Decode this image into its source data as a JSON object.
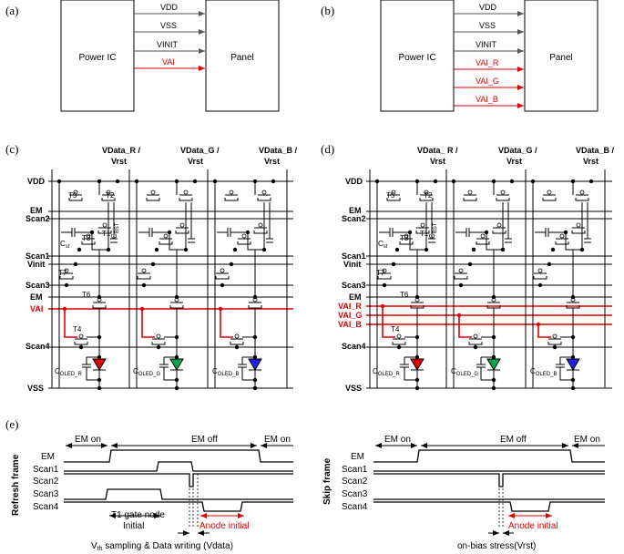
{
  "colors": {
    "accent_red": "#e00000",
    "oled_red": "#e00000",
    "oled_green": "#00a651",
    "oled_blue": "#2020e0",
    "wire": "#000000"
  },
  "panel_a": {
    "label": "(a)",
    "power_ic": "Power IC",
    "panel": "Panel",
    "signals": [
      "VDD",
      "VSS",
      "VINIT",
      "VAI"
    ]
  },
  "panel_b": {
    "label": "(b)",
    "power_ic": "Power IC",
    "panel": "Panel",
    "signals": [
      "VDD",
      "VSS",
      "VINIT",
      "VAI_R",
      "VAI_G",
      "VAI_B"
    ]
  },
  "panel_c": {
    "label": "(c)",
    "data_labels": [
      "VData_R /",
      "VData_G /",
      "VData_B /"
    ],
    "vrst": "Vrst",
    "rails": [
      "VDD",
      "EM",
      "Scan2",
      "Scan1",
      "Vinit",
      "Scan3",
      "EM",
      "VAI",
      "Scan4",
      "VSS"
    ],
    "transistors": [
      "T5",
      "T2",
      "T3",
      "T1",
      "T7",
      "T6",
      "T4"
    ],
    "cst": "C",
    "cst_sub": "st",
    "cbst": "C",
    "cbst_sub": "BST",
    "coled": [
      "C",
      "C",
      "C"
    ],
    "coled_sub": [
      "OLED_R",
      "OLED_G",
      "OLED_B"
    ]
  },
  "panel_d": {
    "label": "(d)",
    "data_labels": [
      "VData_ R /",
      "VData_G /",
      "VData_B /"
    ],
    "vrst": "Vrst",
    "rails": [
      "VDD",
      "EM",
      "Scan2",
      "Scan1",
      "Vinit",
      "Scan3",
      "EM",
      "VAI_R",
      "VAI_G",
      "VAI_B",
      "Scan4",
      "VSS"
    ],
    "transistors": [
      "T5",
      "T2",
      "T3",
      "T1",
      "T7",
      "T6",
      "T4"
    ],
    "cst": "C",
    "cst_sub": "st",
    "cbst": "C",
    "cbst_sub": "BST",
    "coled": [
      "C",
      "C",
      "C"
    ],
    "coled_sub": [
      "OLED_R",
      "OLED_G",
      "OLED_B"
    ]
  },
  "panel_e": {
    "label": "(e)",
    "refresh": {
      "frame_label": "Refresh frame",
      "em_on_left": "EM on",
      "em_off": "EM off",
      "em_on_right": "EM on",
      "signals": [
        "EM",
        "Scan1",
        "Scan2",
        "Scan3",
        "Scan4"
      ],
      "t1_gate_node": "T1 gate node",
      "initial": "Initial",
      "anode_initial": "Anode initial",
      "vth_prefix": "V",
      "vth_sub": "th",
      "vth_suffix": " sampling & Data writing (Vdata)"
    },
    "skip": {
      "frame_label": "Skip frame",
      "em_on_left": "EM on",
      "em_off": "EM off",
      "em_on_right": "EM on",
      "signals": [
        "EM",
        "Scan1",
        "Scan2",
        "Scan3",
        "Scan4"
      ],
      "anode_initial": "Anode initial",
      "on_bias": "on-bias stress(Vrst)"
    }
  }
}
